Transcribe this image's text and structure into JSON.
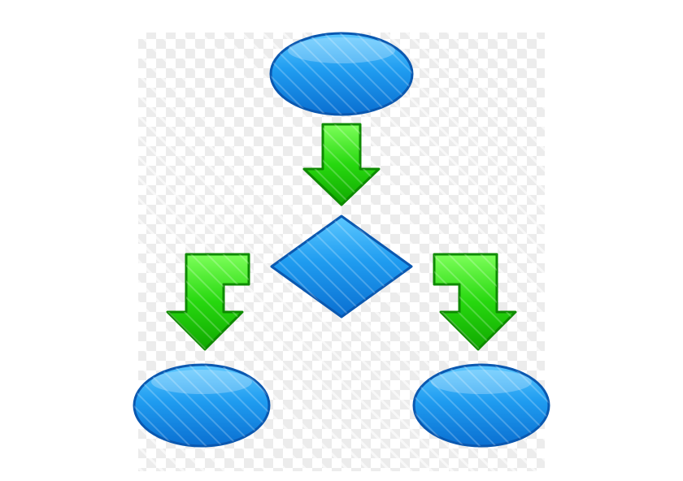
{
  "image": {
    "kind": "flowchart-icon",
    "background": "transparency-checkerboard"
  },
  "colors": {
    "shape_fill_light": "#5cc8ff",
    "shape_fill_mid": "#1f9cf0",
    "shape_fill_dark": "#0a6fd1",
    "shape_stroke": "#0a58b0",
    "arrow_fill_light": "#7dff5a",
    "arrow_fill_mid": "#27d80f",
    "arrow_fill_dark": "#10a800",
    "arrow_stroke": "#0d8a00",
    "checker_a": "#ffffff",
    "checker_b": "#ececec",
    "stripe": "#ffffff"
  },
  "nodes": [
    {
      "id": "top",
      "shape": "ellipse",
      "icon": "start-node"
    },
    {
      "id": "decision",
      "shape": "diamond",
      "icon": "decision-node"
    },
    {
      "id": "left",
      "shape": "ellipse",
      "icon": "end-node"
    },
    {
      "id": "right",
      "shape": "ellipse",
      "icon": "end-node"
    }
  ],
  "edges": [
    {
      "from": "top",
      "to": "decision",
      "style": "straight-down-arrow"
    },
    {
      "from": "decision",
      "to": "left",
      "style": "bent-down-left-arrow"
    },
    {
      "from": "decision",
      "to": "right",
      "style": "bent-down-right-arrow"
    }
  ]
}
